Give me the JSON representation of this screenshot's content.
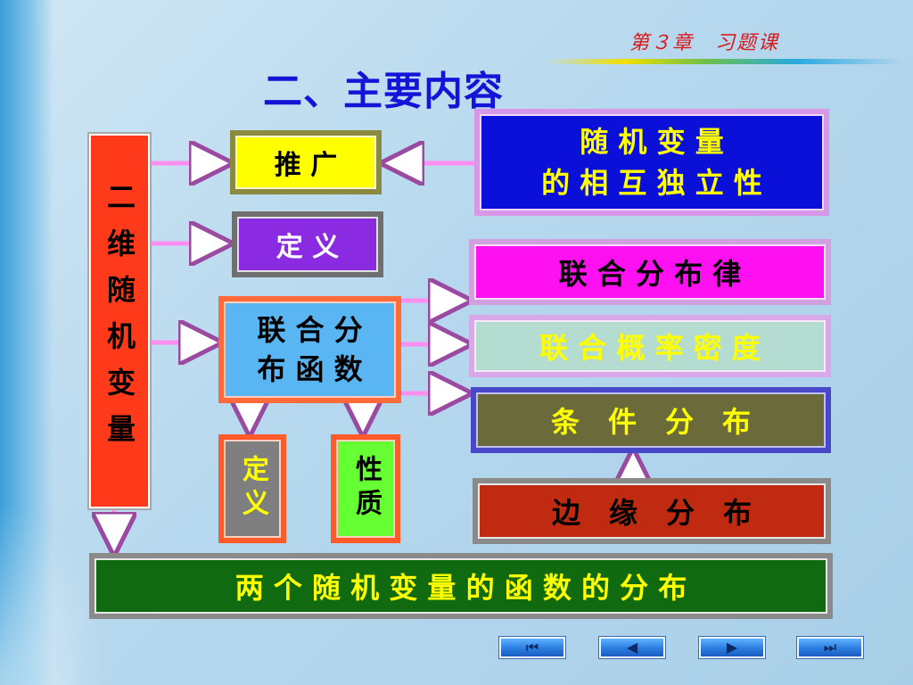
{
  "header": {
    "chapter_tag": "第３章　习题课",
    "title": "二、主要内容"
  },
  "diagram": {
    "root": "二维随机变量",
    "generalize": "推 广",
    "definition": "定 义",
    "joint_cdf_line1": "联 合 分",
    "joint_cdf_line2": "布 函 数",
    "cdf_definition": "定义",
    "cdf_properties": "性质",
    "independence_line1": "随 机 变 量",
    "independence_line2": "的 相 互 独 立 性",
    "joint_pmf": "联 合 分 布 律",
    "joint_pdf": "联 合 概 率 密 度",
    "conditional": "条　件　分　布",
    "marginal": "边　缘　分　布",
    "function_dist": "两 个 随 机 变 量 的 函 数 的 分 布"
  },
  "nav": {
    "first_icon": "first-slide-icon",
    "prev_icon": "prev-slide-icon",
    "next_icon": "next-slide-icon",
    "last_icon": "last-slide-icon",
    "first_glyph": "⏮",
    "prev_glyph": "◀",
    "next_glyph": "▶",
    "last_glyph": "⏭"
  },
  "colors": {
    "title": "#1414d8",
    "root_box": "#ff3a1a",
    "generalize_box": "#ffff00",
    "definition_box": "#8a2be2",
    "joint_cdf_box": "#5ab6f2",
    "independence_box": "#0a10d8",
    "joint_pmf_box": "#ff10f0",
    "joint_pdf_box": "#b4dcd0",
    "conditional_box": "#6b6a3a",
    "marginal_box": "#c02a10",
    "function_box": "#106a10",
    "arrow": "#ff8ef0"
  }
}
